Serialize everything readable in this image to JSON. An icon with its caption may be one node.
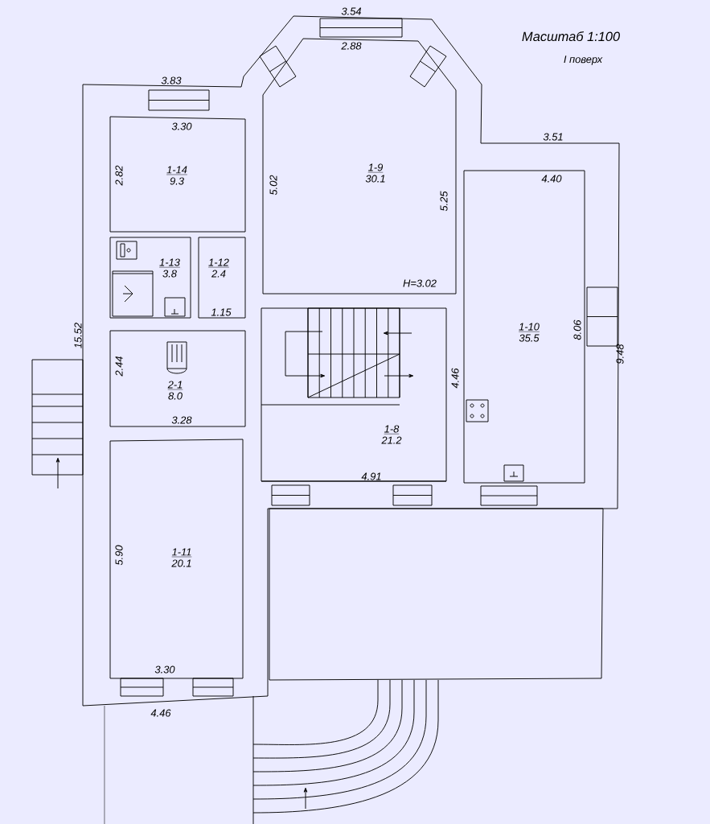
{
  "diagram": {
    "title": "Масштаб 1:100",
    "nodes": [
      {
        "text": [
          "1-14",
          "9.3"
        ]
      },
      {
        "text": [
          "1-9",
          "30.1",
          "H=3.02"
        ]
      },
      {
        "text": [
          "1-13",
          "3.8"
        ]
      },
      {
        "text": [
          "1-12",
          "2.4"
        ]
      },
      {
        "text": [
          "1-10",
          "35.5"
        ]
      },
      {
        "text": [
          "2-1",
          "8.0"
        ]
      },
      {
        "text": [
          "1-8",
          "21.2"
        ]
      },
      {
        "text": [
          "1-11",
          "20.1"
        ]
      },
      {
        "text": [],
        "shape": "box"
      }
    ],
    "labels": [
      "3.54",
      "I поверх",
      "2.88",
      "3.83",
      "3.30",
      "3.51",
      "4.40",
      "2.82",
      "5.02",
      "5.25",
      "1.15",
      "15.52",
      "8.06",
      "9.48",
      "2.44",
      "3.28",
      "4.46",
      "4.91",
      "5.90",
      "3.30",
      "4.46"
    ]
  }
}
